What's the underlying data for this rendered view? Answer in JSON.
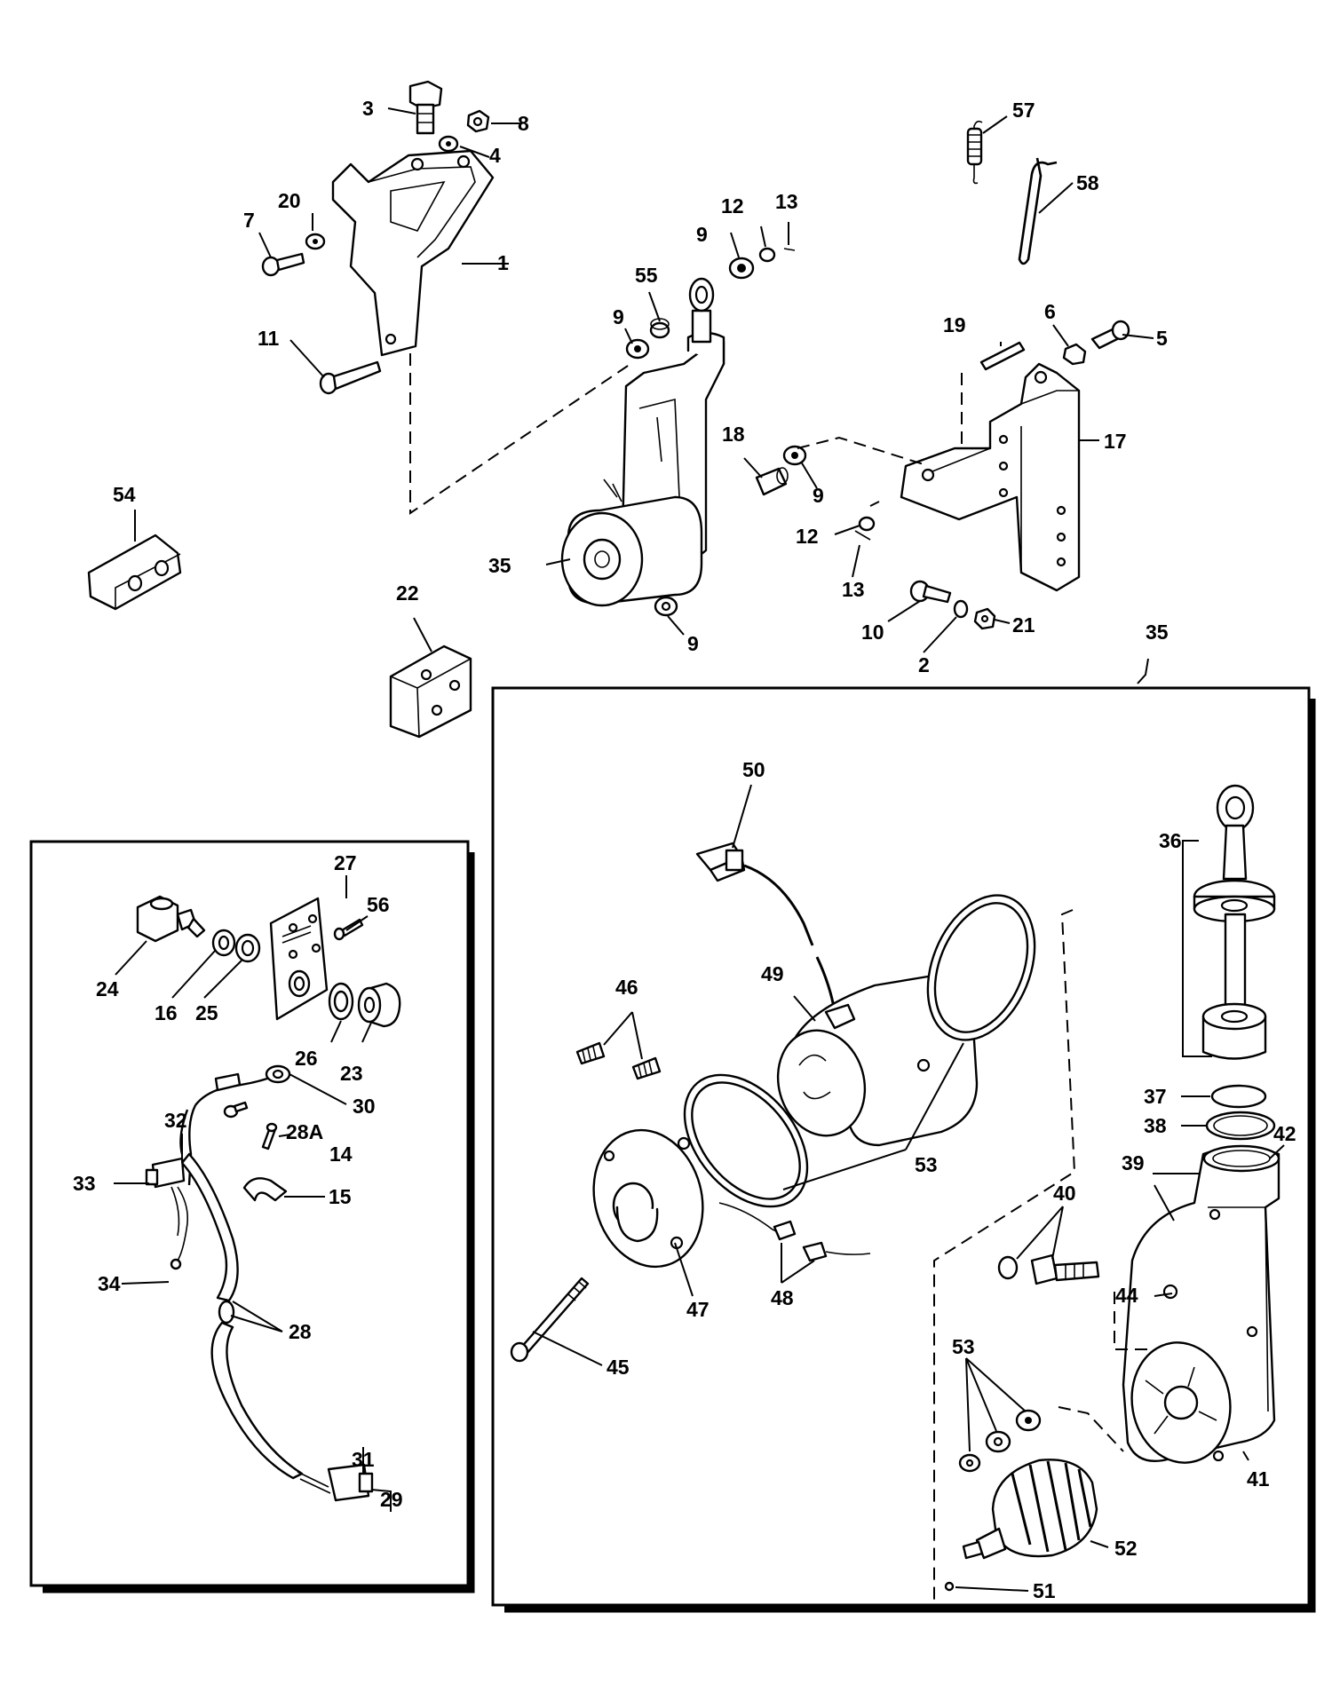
{
  "diagram": {
    "labels": {
      "p1": "1",
      "p2": "2",
      "p3": "3",
      "p4": "4",
      "p5": "5",
      "p6": "6",
      "p7": "7",
      "p8": "8",
      "p9a": "9",
      "p9b": "9",
      "p9c": "9",
      "p9d": "9",
      "p10": "10",
      "p11": "11",
      "p12a": "12",
      "p12b": "12",
      "p13a": "13",
      "p13b": "13",
      "p14": "14",
      "p15": "15",
      "p16": "16",
      "p17": "17",
      "p18": "18",
      "p19": "19",
      "p20": "20",
      "p21": "21",
      "p22": "22",
      "p23": "23",
      "p24": "24",
      "p25": "25",
      "p26": "26",
      "p27": "27",
      "p28a": "28A",
      "p28": "28",
      "p29": "29",
      "p30": "30",
      "p31": "31",
      "p32": "32",
      "p33": "33",
      "p34": "34",
      "p35a": "35",
      "p35b": "35",
      "p36": "36",
      "p37": "37",
      "p38": "38",
      "p39": "39",
      "p40": "40",
      "p41": "41",
      "p42": "42",
      "p44": "44",
      "p45": "45",
      "p46": "46",
      "p47": "47",
      "p48": "48",
      "p49": "49",
      "p50": "50",
      "p51": "51",
      "p52": "52",
      "p53a": "53",
      "p53b": "53",
      "p54": "54",
      "p55": "55",
      "p56": "56",
      "p57": "57",
      "p58": "58"
    }
  }
}
